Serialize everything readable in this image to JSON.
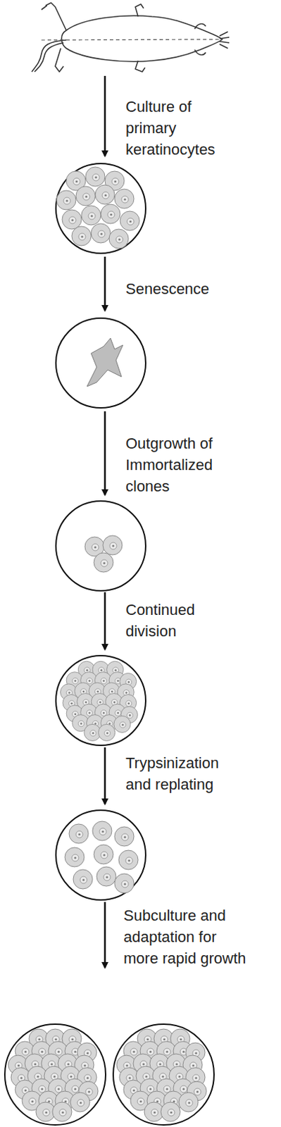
{
  "diagram": {
    "labels": [
      "Culture of primary keratinocytes",
      "Senescence",
      "Outgrowth of Immortalized clones",
      "Continued division",
      "Trypsinization and replating",
      "Subculture and adaptation for more rapid growth"
    ]
  }
}
